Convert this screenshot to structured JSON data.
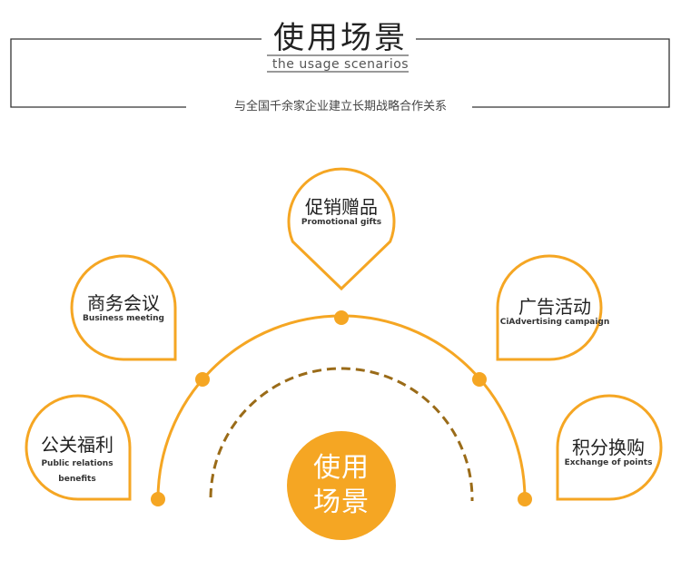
{
  "header": {
    "title": "使用场景",
    "subtitle": "the usage scenarios",
    "tagline": "与全国千余家企业建立长期战略合作关系"
  },
  "colors": {
    "accent": "#f5a623",
    "dashed": "#9a6b18",
    "frame": "#333333"
  },
  "center": {
    "line1": "使用",
    "line2": "场景"
  },
  "scenarios": [
    {
      "cn": "促销赠品",
      "en": "Promotional gifts",
      "en2": ""
    },
    {
      "cn": "商务会议",
      "en": "Business meeting",
      "en2": ""
    },
    {
      "cn": "广告活动",
      "en": "CiAdvertising campaign",
      "en2": ""
    },
    {
      "cn": "公关福利",
      "en": "Public relations",
      "en2": "benefits"
    },
    {
      "cn": "积分换购",
      "en": "Exchange of points",
      "en2": ""
    }
  ]
}
